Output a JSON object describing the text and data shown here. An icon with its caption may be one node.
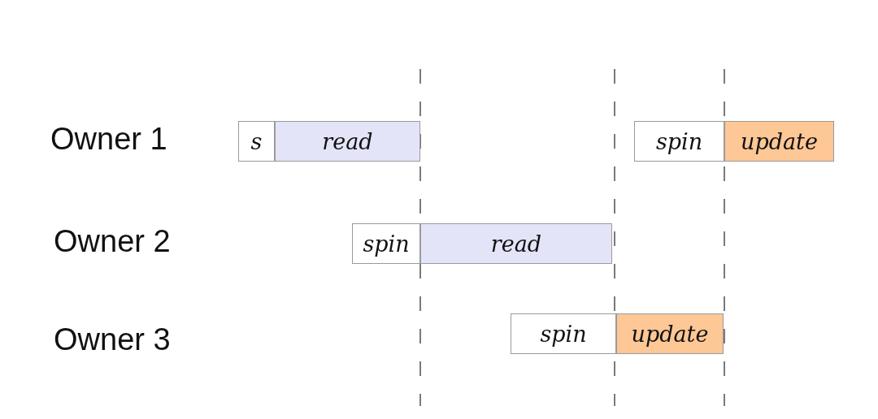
{
  "diagram": {
    "nodes": [
      {
        "text": [
          "s"
        ]
      },
      {
        "text": [
          "read"
        ]
      },
      {
        "text": [
          "spin"
        ]
      },
      {
        "text": [
          "update"
        ]
      },
      {
        "text": [
          "spin"
        ]
      },
      {
        "text": [
          "read"
        ]
      },
      {
        "text": [
          "spin"
        ]
      },
      {
        "text": [
          "update"
        ]
      }
    ],
    "labels": [
      "Owner 1",
      "Owner 2",
      "Owner 3"
    ]
  }
}
